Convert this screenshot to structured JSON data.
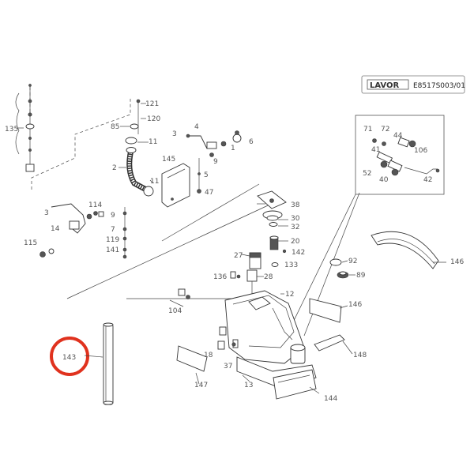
{
  "header": {
    "brand": "LAVOR",
    "code": "E8517S003/01"
  },
  "highlight": {
    "label": "143",
    "color": "#e0321e"
  },
  "labels": [
    {
      "id": "135",
      "text": "135"
    },
    {
      "id": "121",
      "text": "121"
    },
    {
      "id": "120",
      "text": "120"
    },
    {
      "id": "85",
      "text": "85"
    },
    {
      "id": "11a",
      "text": "11"
    },
    {
      "id": "2",
      "text": "2"
    },
    {
      "id": "11b",
      "text": "11"
    },
    {
      "id": "145",
      "text": "145"
    },
    {
      "id": "4",
      "text": "4"
    },
    {
      "id": "3a",
      "text": "3"
    },
    {
      "id": "1",
      "text": "1"
    },
    {
      "id": "6",
      "text": "6"
    },
    {
      "id": "9a",
      "text": "9"
    },
    {
      "id": "5",
      "text": "5"
    },
    {
      "id": "47",
      "text": "47"
    },
    {
      "id": "3b",
      "text": "3"
    },
    {
      "id": "14",
      "text": "14"
    },
    {
      "id": "114",
      "text": "114"
    },
    {
      "id": "9b",
      "text": "9"
    },
    {
      "id": "7",
      "text": "7"
    },
    {
      "id": "119",
      "text": "119"
    },
    {
      "id": "141",
      "text": "141"
    },
    {
      "id": "115",
      "text": "115"
    },
    {
      "id": "38",
      "text": "38"
    },
    {
      "id": "30",
      "text": "30"
    },
    {
      "id": "32",
      "text": "32"
    },
    {
      "id": "20",
      "text": "20"
    },
    {
      "id": "142",
      "text": "142"
    },
    {
      "id": "133",
      "text": "133"
    },
    {
      "id": "27",
      "text": "27"
    },
    {
      "id": "28",
      "text": "28"
    },
    {
      "id": "136",
      "text": "136"
    },
    {
      "id": "12",
      "text": "12"
    },
    {
      "id": "104",
      "text": "104"
    },
    {
      "id": "18",
      "text": "18"
    },
    {
      "id": "37",
      "text": "37"
    },
    {
      "id": "13",
      "text": "13"
    },
    {
      "id": "147",
      "text": "147"
    },
    {
      "id": "143",
      "text": "143"
    },
    {
      "id": "144",
      "text": "144"
    },
    {
      "id": "146a",
      "text": "146"
    },
    {
      "id": "146b",
      "text": "146"
    },
    {
      "id": "148",
      "text": "148"
    },
    {
      "id": "92",
      "text": "92"
    },
    {
      "id": "89",
      "text": "89"
    },
    {
      "id": "71",
      "text": "71"
    },
    {
      "id": "72",
      "text": "72"
    },
    {
      "id": "44",
      "text": "44"
    },
    {
      "id": "41",
      "text": "41"
    },
    {
      "id": "106",
      "text": "106"
    },
    {
      "id": "52",
      "text": "52"
    },
    {
      "id": "40",
      "text": "40"
    },
    {
      "id": "42",
      "text": "42"
    }
  ]
}
